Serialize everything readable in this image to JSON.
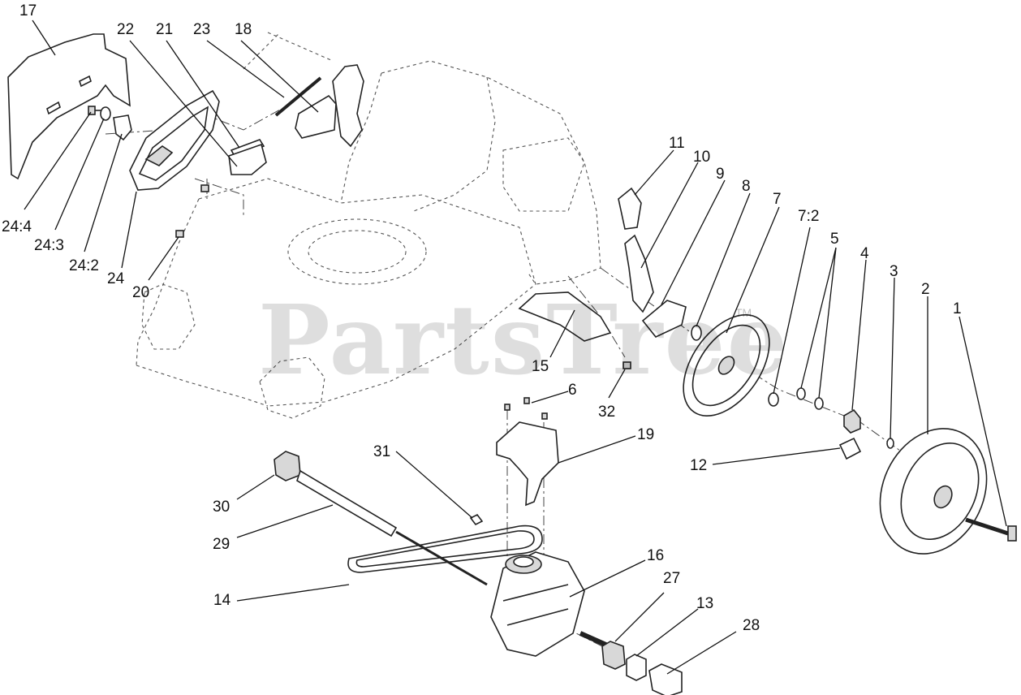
{
  "watermark": {
    "text": "PartsTree",
    "trademark": "TM"
  },
  "labels": [
    "17",
    "22",
    "21",
    "23",
    "18",
    "24:4",
    "24:3",
    "24:2",
    "24",
    "20",
    "11",
    "10",
    "9",
    "8",
    "7",
    "7:2",
    "5",
    "4",
    "3",
    "2",
    "1",
    "15",
    "32",
    "6",
    "19",
    "12",
    "31",
    "30",
    "29",
    "14",
    "16",
    "27",
    "13",
    "28"
  ]
}
